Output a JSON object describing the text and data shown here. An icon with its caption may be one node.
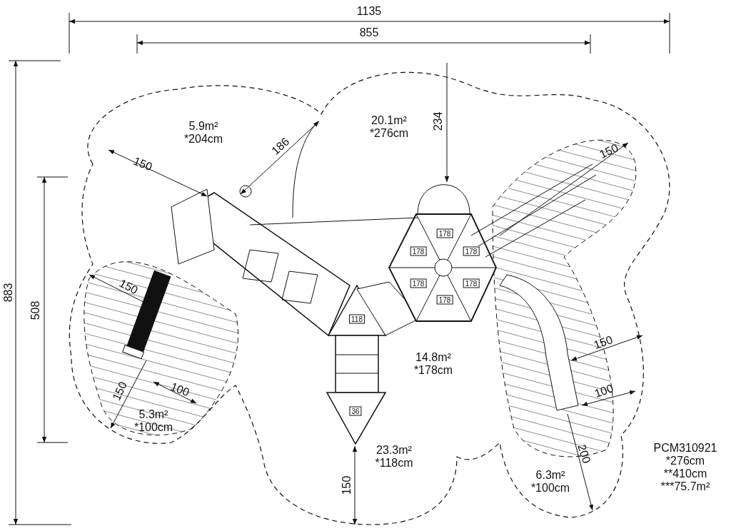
{
  "diagram": {
    "labels": [
      "1135",
      "855",
      "5.9m² *204cm",
      "20.1m² *276cm",
      "186",
      "234",
      "150",
      "150",
      "178",
      "178",
      "178",
      "178",
      "178",
      "178",
      "883",
      "508",
      "150",
      "118",
      "14.8m² *178cm",
      "150",
      "100",
      "150",
      "100",
      "36",
      "5.3m² *100cm",
      "23.3m² *118cm",
      "PCM310921 *276cm **410cm ***75.7m²",
      "200",
      "150",
      "6.3m² *100cm"
    ]
  }
}
